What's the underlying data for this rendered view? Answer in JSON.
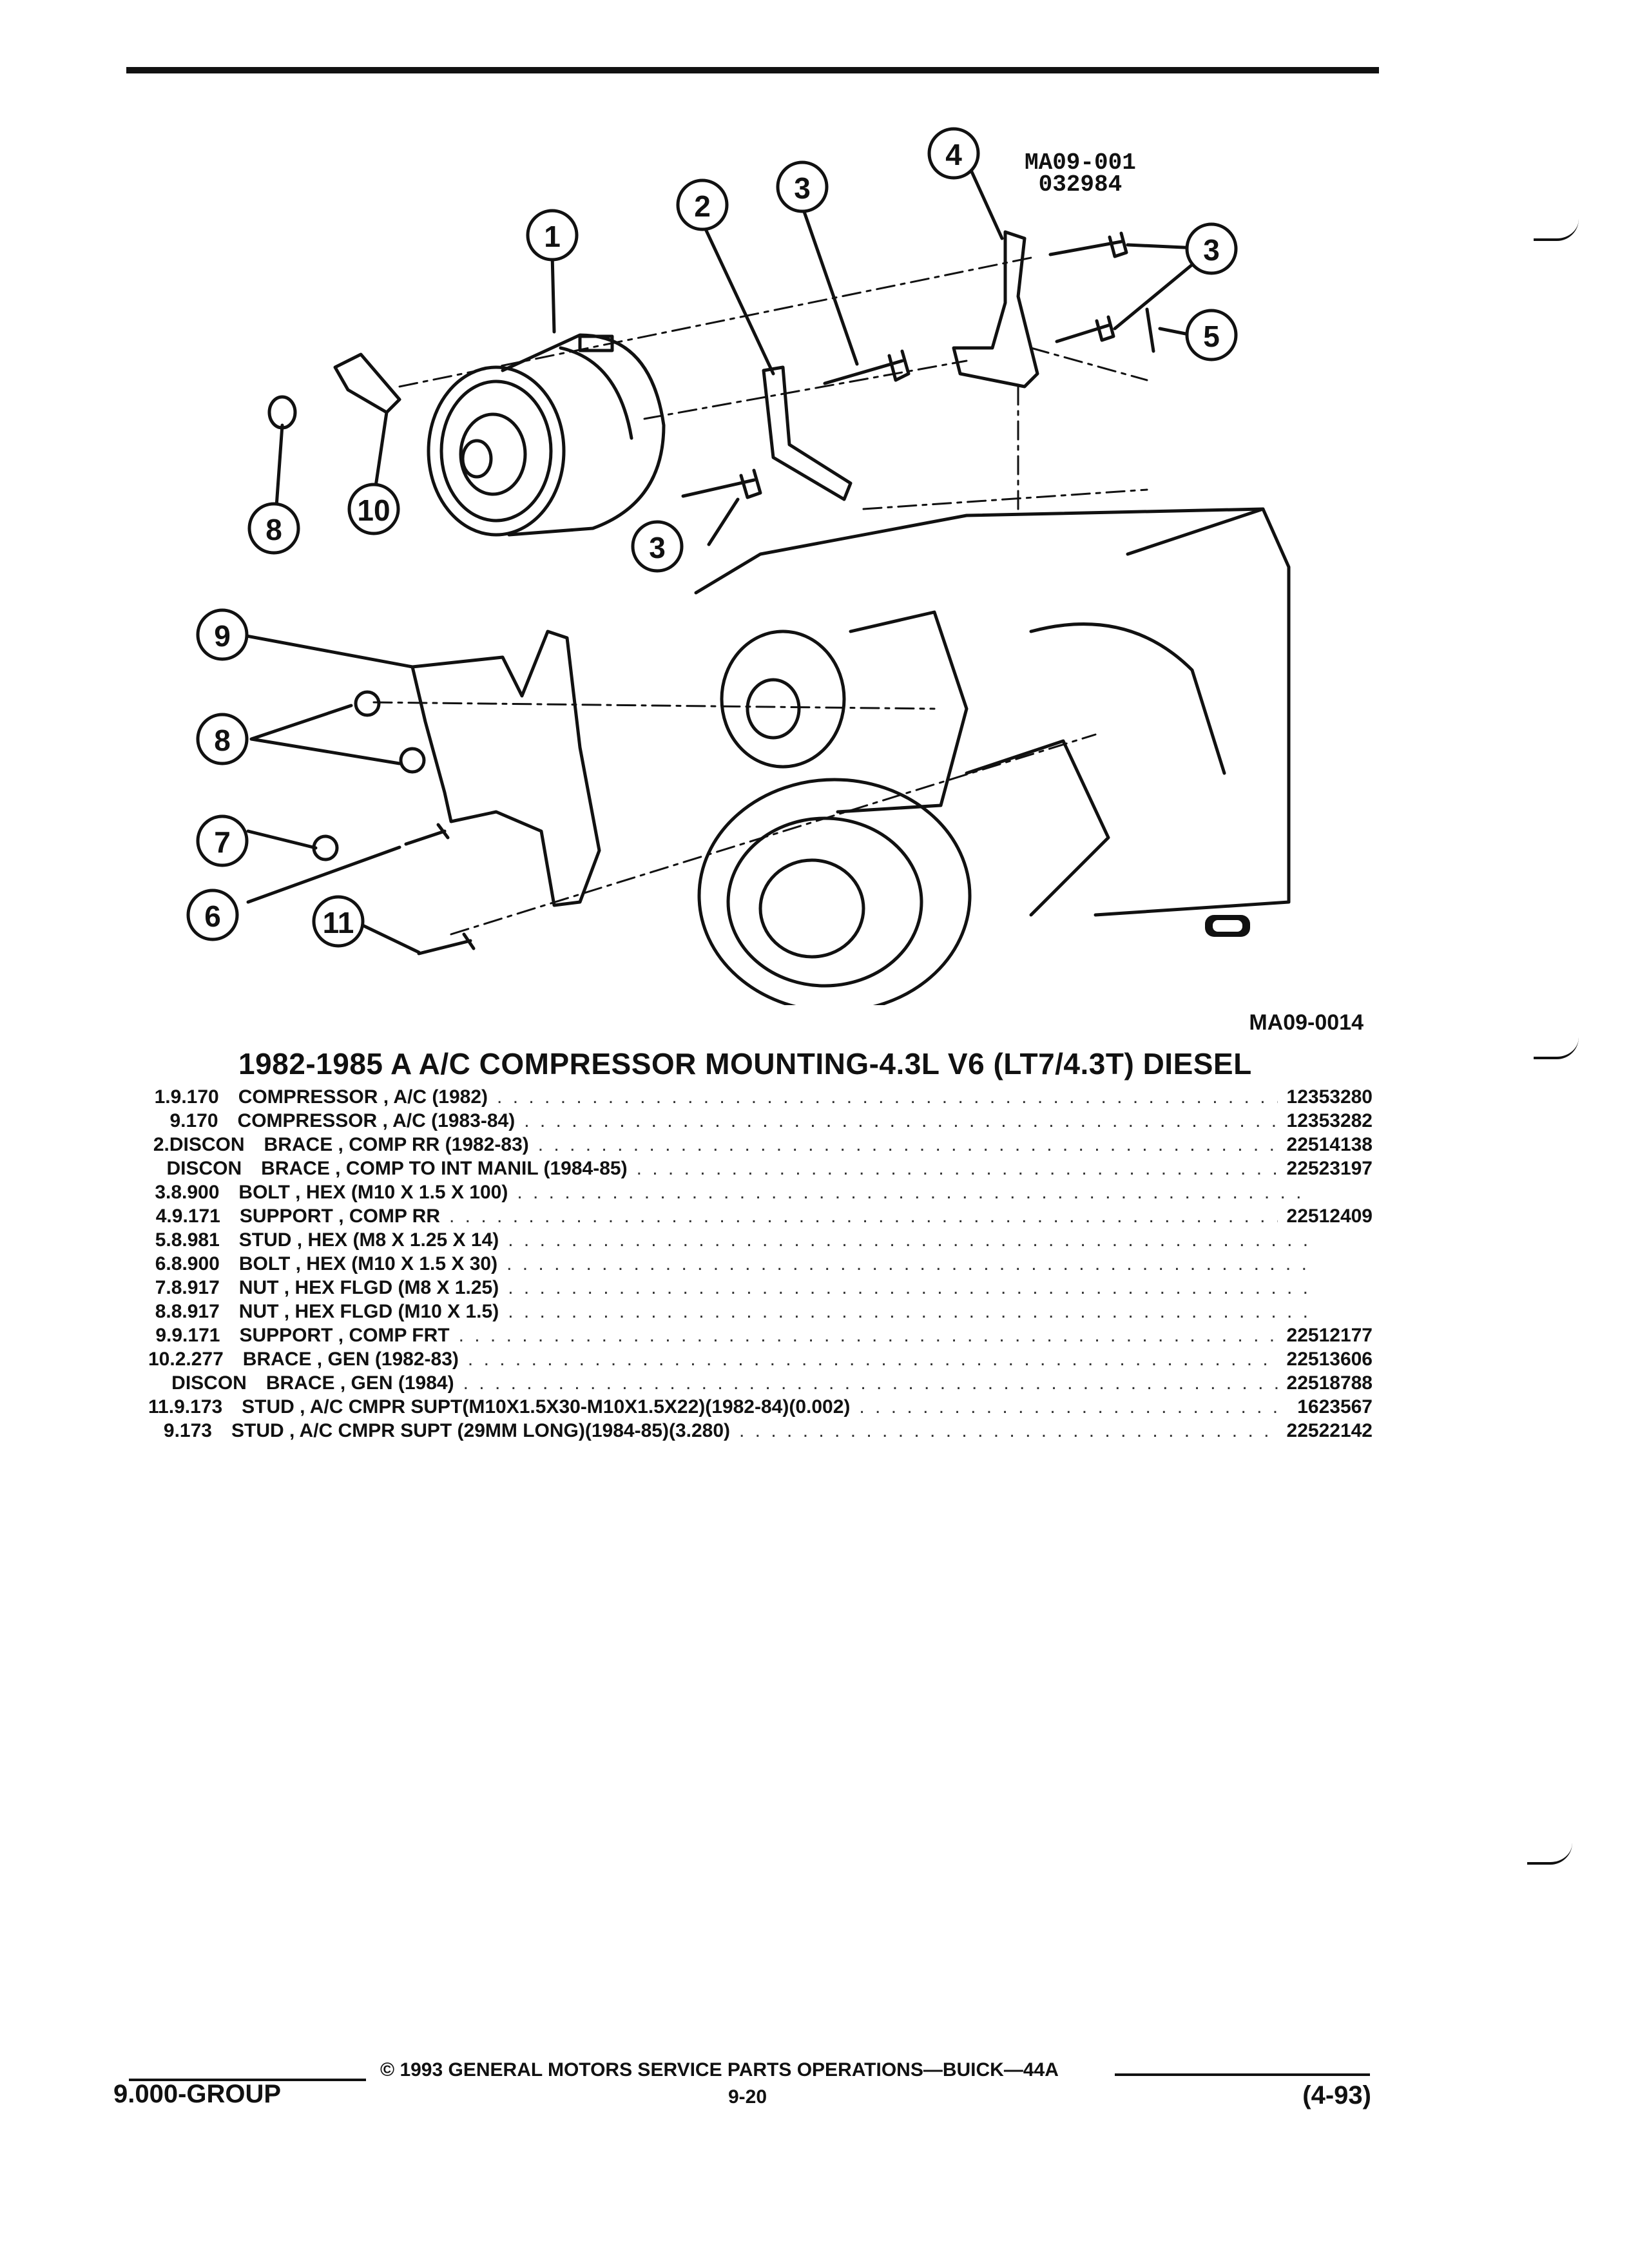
{
  "figure": {
    "code_line1": "MA09-001",
    "code_line2": "032984",
    "reference": "MA09-0014",
    "callouts": [
      "1",
      "2",
      "3",
      "3",
      "3",
      "4",
      "5",
      "6",
      "7",
      "8",
      "8",
      "9",
      "10",
      "11"
    ]
  },
  "title": "1982-1985 A A/C COMPRESSOR MOUNTING-4.3L V6 (LT7/4.3T) DIESEL",
  "parts": [
    {
      "item": "1.",
      "group": "9.170",
      "desc": "COMPRESSOR , A/C (1982)",
      "part": "12353280"
    },
    {
      "item": "",
      "group": "9.170",
      "desc": "COMPRESSOR , A/C (1983-84)",
      "part": "12353282"
    },
    {
      "item": "2.",
      "group": "DISCON",
      "desc": "BRACE , COMP RR (1982-83)",
      "part": "22514138"
    },
    {
      "item": "",
      "group": "DISCON",
      "desc": "BRACE , COMP TO INT MANIL (1984-85)",
      "part": "22523197"
    },
    {
      "item": "3.",
      "group": "8.900",
      "desc": "BOLT , HEX (M10 X 1.5 X 100)",
      "part": ""
    },
    {
      "item": "4.",
      "group": "9.171",
      "desc": "SUPPORT , COMP RR",
      "part": "22512409"
    },
    {
      "item": "5.",
      "group": "8.981",
      "desc": "STUD , HEX (M8 X 1.25 X 14)",
      "part": ""
    },
    {
      "item": "6.",
      "group": "8.900",
      "desc": "BOLT , HEX (M10 X 1.5 X 30)",
      "part": ""
    },
    {
      "item": "7.",
      "group": "8.917",
      "desc": "NUT , HEX FLGD (M8 X 1.25)",
      "part": ""
    },
    {
      "item": "8.",
      "group": "8.917",
      "desc": "NUT , HEX FLGD (M10 X 1.5)",
      "part": ""
    },
    {
      "item": "9.",
      "group": "9.171",
      "desc": "SUPPORT , COMP FRT",
      "part": "22512177"
    },
    {
      "item": "10.",
      "group": "2.277",
      "desc": "BRACE , GEN (1982-83)",
      "part": "22513606"
    },
    {
      "item": "",
      "group": "DISCON",
      "desc": "BRACE , GEN (1984)",
      "part": "22518788"
    },
    {
      "item": "11.",
      "group": "9.173",
      "desc": "STUD , A/C CMPR SUPT(M10X1.5X30-M10X1.5X22)(1982-84)(0.002)",
      "part": "1623567"
    },
    {
      "item": "",
      "group": "9.173",
      "desc": "STUD , A/C CMPR SUPT (29MM LONG)(1984-85)(3.280)",
      "part": "22522142"
    }
  ],
  "footer": {
    "group": "9.000-GROUP",
    "copyright": "© 1993 GENERAL MOTORS SERVICE PARTS OPERATIONS—BUICK—44A",
    "page": "9-20",
    "date": "(4-93)"
  }
}
